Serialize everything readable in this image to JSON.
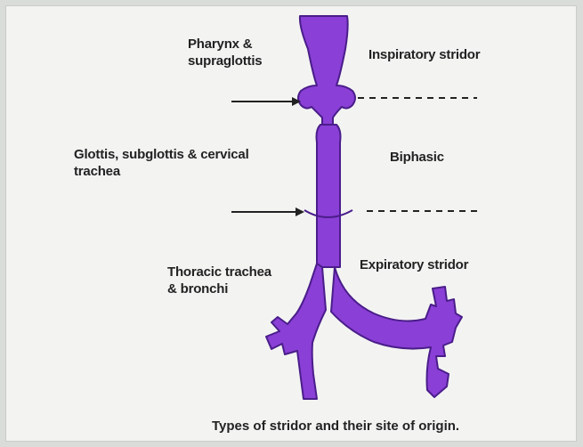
{
  "labels": {
    "pharynx": [
      "Pharynx &",
      "supraglottis"
    ],
    "glottis": [
      "Glottis, subglottis & cervical",
      "trachea"
    ],
    "thoracic": [
      "Thoracic trachea",
      "& bronchi"
    ],
    "inspiratory": "Inspiratory stridor",
    "biphasic": "Biphasic",
    "expiratory": "Expiratory stridor"
  },
  "caption": "Types of stridor and their site of origin.",
  "colors": {
    "airway_fill": "#8a3fd6",
    "airway_stroke": "#4a1d8a",
    "text": "#222222"
  }
}
